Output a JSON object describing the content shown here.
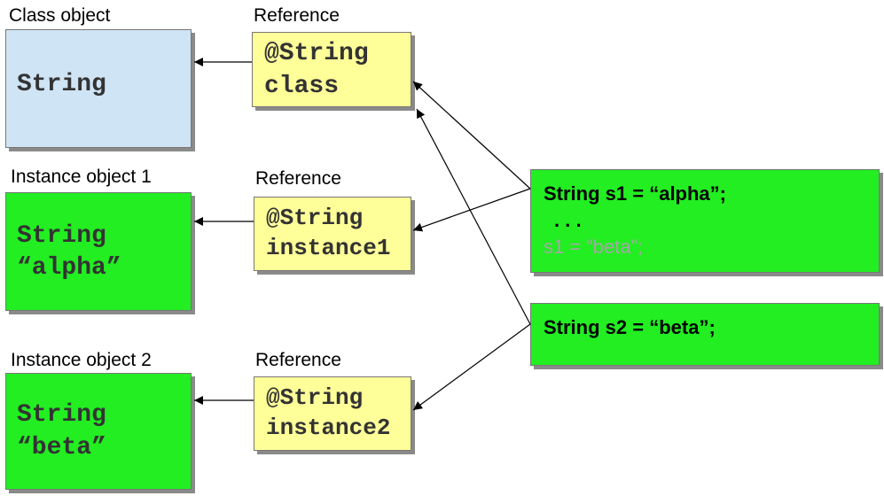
{
  "labels": {
    "class_object": "Class object",
    "instance_object_1": "Instance object 1",
    "instance_object_2": "Instance object 2",
    "reference_1": "Reference",
    "reference_2": "Reference",
    "reference_3": "Reference"
  },
  "objects": {
    "class_box": {
      "line1": "String"
    },
    "instance1_box": {
      "line1": "String",
      "line2": "“alpha”"
    },
    "instance2_box": {
      "line1": "String",
      "line2": "“beta”"
    }
  },
  "references": {
    "ref_class": {
      "line1": "@String",
      "line2": "class"
    },
    "ref_instance1": {
      "line1": "@String",
      "line2": "instance1"
    },
    "ref_instance2": {
      "line1": "@String",
      "line2": "instance2"
    }
  },
  "code": {
    "s1_decl": "String s1 = “alpha”;",
    "ellipsis": ". . .",
    "s1_reassign": "s1 = “beta”;",
    "s2_decl": "String s2 = “beta”;"
  },
  "colors": {
    "class_object": "#cfe4f4",
    "instance_object": "#22ee22",
    "reference": "#ffff99",
    "code": "#22ee22",
    "faded_text": "#a6a6a6"
  }
}
